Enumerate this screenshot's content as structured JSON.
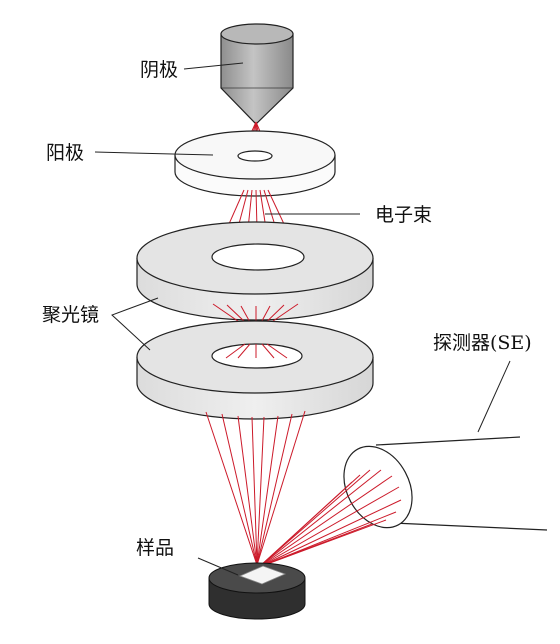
{
  "labels": {
    "cathode": "阴极",
    "anode": "阳极",
    "electron_beam": "电子束",
    "condenser_lens": "聚光镜",
    "detector": "探测器(SE)",
    "sample": "样品"
  },
  "colors": {
    "beam": "#cc1a2a",
    "lens_fill": "#e6e6e6",
    "anode_fill": "#f6f6f6",
    "cathode_fill": "#a9a9a9",
    "stage_fill": "#3a3a3a",
    "detector_fill": "#ffffff"
  }
}
